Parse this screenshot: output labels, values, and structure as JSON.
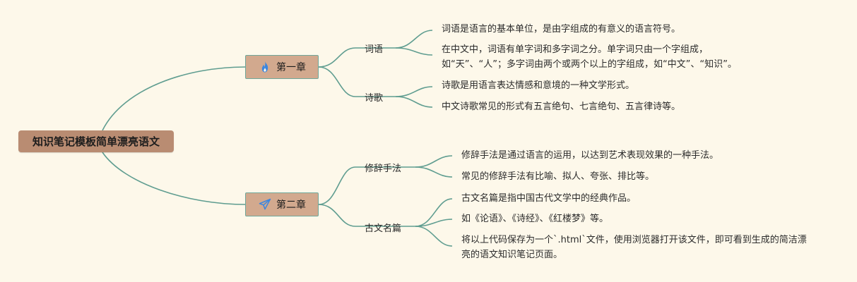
{
  "root": {
    "title": "知识笔记模板简单漂亮语文"
  },
  "chapters": [
    {
      "label": "第一章",
      "icon": "flame-icon",
      "icon_color": "#3a86e0",
      "topics": [
        {
          "label": "词语",
          "notes": [
            "词语是语言的基本单位，是由字组成的有意义的语言符号。",
            "在中文中，词语有单字词和多字词之分。单字词只由一个字组成，如“天”、“人”；多字词由两个或两个以上的字组成，如“中文”、“知识”。"
          ]
        },
        {
          "label": "诗歌",
          "notes": [
            "诗歌是用语言表达情感和意境的一种文学形式。",
            "中文诗歌常见的形式有五言绝句、七言绝句、五言律诗等。"
          ]
        }
      ]
    },
    {
      "label": "第二章",
      "icon": "paper-plane-icon",
      "icon_color": "#3a86e0",
      "topics": [
        {
          "label": "修辞手法",
          "notes": [
            "修辞手法是通过语言的运用，以达到艺术表现效果的一种手法。",
            "常见的修辞手法有比喻、拟人、夸张、排比等。"
          ]
        },
        {
          "label": "古文名篇",
          "notes": [
            "古文名篇是指中国古代文学中的经典作品。",
            "如《论语》、《诗经》、《红楼梦》等。",
            "将以上代码保存为一个`.html`文件，使用浏览器打开该文件，即可看到生成的简洁漂亮的语文知识笔记页面。"
          ]
        }
      ]
    }
  ],
  "colors": {
    "background": "#fdf8ea",
    "connector": "#5f9d90",
    "root_fill": "#b98c72",
    "chapter_fill": "#d2a98e"
  }
}
